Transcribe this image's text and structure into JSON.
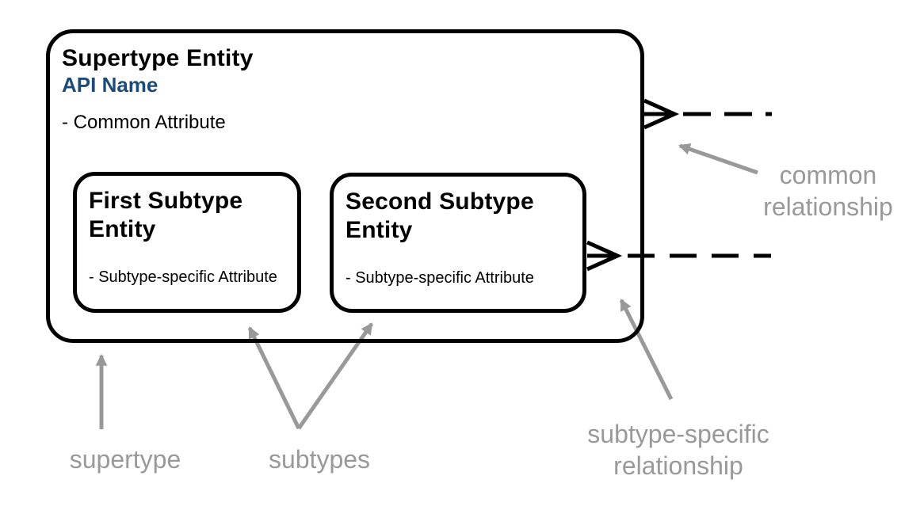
{
  "colors": {
    "line_black": "#000000",
    "annotation_gray": "#999999",
    "api_name_blue": "#1d4b78",
    "background": "#ffffff"
  },
  "supertype": {
    "title": "Supertype Entity",
    "api_name": "API Name",
    "attribute": "- Common Attribute"
  },
  "subtypes": [
    {
      "title": "First Subtype Entity",
      "attribute": "- Subtype-specific Attribute"
    },
    {
      "title": "Second Subtype Entity",
      "attribute": "- Subtype-specific Attribute"
    }
  ],
  "annotations": {
    "supertype": "supertype",
    "subtypes": "subtypes",
    "common_relationship": "common relationship",
    "subtype_specific_relationship": "subtype-specific relationship"
  }
}
